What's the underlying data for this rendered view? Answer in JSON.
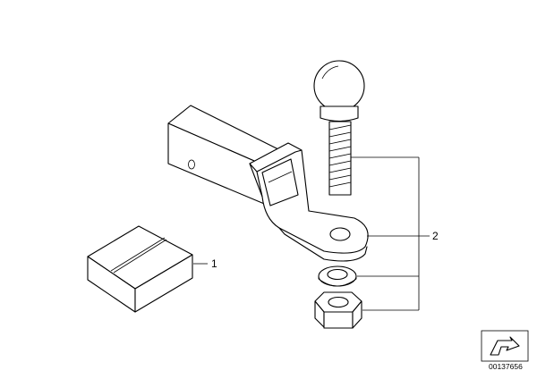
{
  "diagram": {
    "callouts": [
      {
        "id": "1",
        "label": "1"
      },
      {
        "id": "2",
        "label": "2"
      }
    ],
    "reference_number": "00137656",
    "parts": [
      {
        "name": "block-pad",
        "icon": "foam-block-icon"
      },
      {
        "name": "hitch-receiver-bar",
        "icon": "receiver-bar-icon"
      },
      {
        "name": "ball-mount-plate",
        "icon": "ball-mount-icon"
      },
      {
        "name": "tow-ball",
        "icon": "tow-ball-icon"
      },
      {
        "name": "washer",
        "icon": "washer-icon"
      },
      {
        "name": "hex-nut",
        "icon": "hex-nut-icon"
      }
    ],
    "colors": {
      "line": "#000000",
      "background": "#ffffff"
    }
  }
}
